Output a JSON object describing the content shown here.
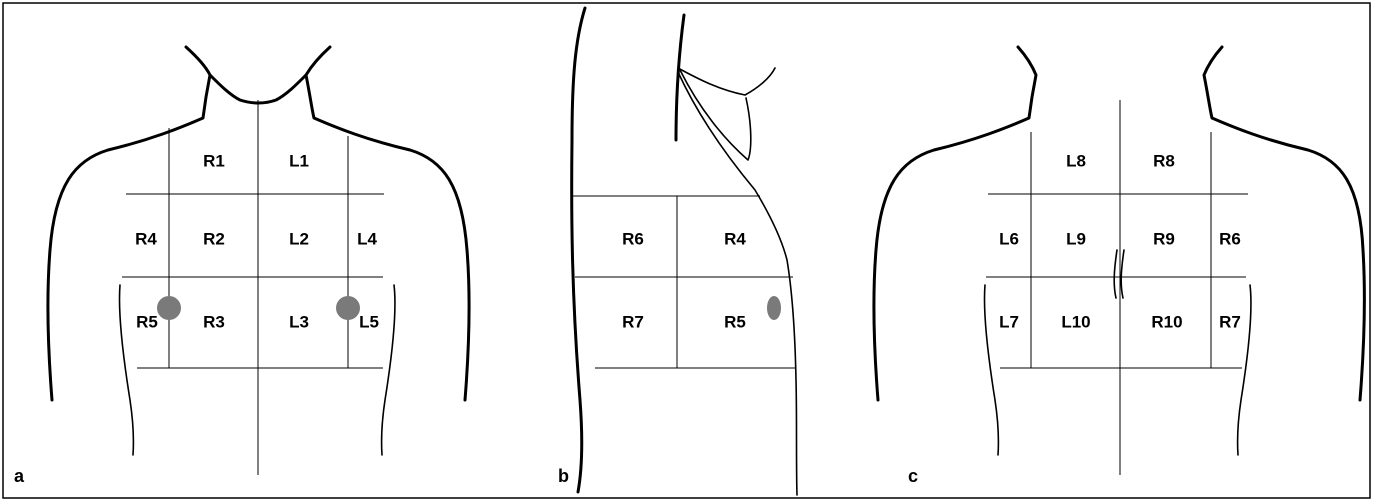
{
  "figure": {
    "marker_color": "#7a7a7a",
    "panels": [
      {
        "id": "a",
        "view": "anterior chest",
        "letter": "a",
        "labels": {
          "r1": "R1",
          "l1": "L1",
          "r4": "R4",
          "r2": "R2",
          "l2": "L2",
          "l4": "L4",
          "r5": "R5",
          "r3": "R3",
          "l3": "L3",
          "l5": "L5"
        }
      },
      {
        "id": "b",
        "view": "lateral chest",
        "letter": "b",
        "labels": {
          "r6": "R6",
          "r4": "R4",
          "r7": "R7",
          "r5": "R5"
        }
      },
      {
        "id": "c",
        "view": "posterior chest",
        "letter": "c",
        "labels": {
          "l8": "L8",
          "r8": "R8",
          "l6": "L6",
          "l9": "L9",
          "r9": "R9",
          "r6": "R6",
          "l7": "L7",
          "l10": "L10",
          "r10": "R10",
          "r7": "R7"
        }
      }
    ]
  }
}
